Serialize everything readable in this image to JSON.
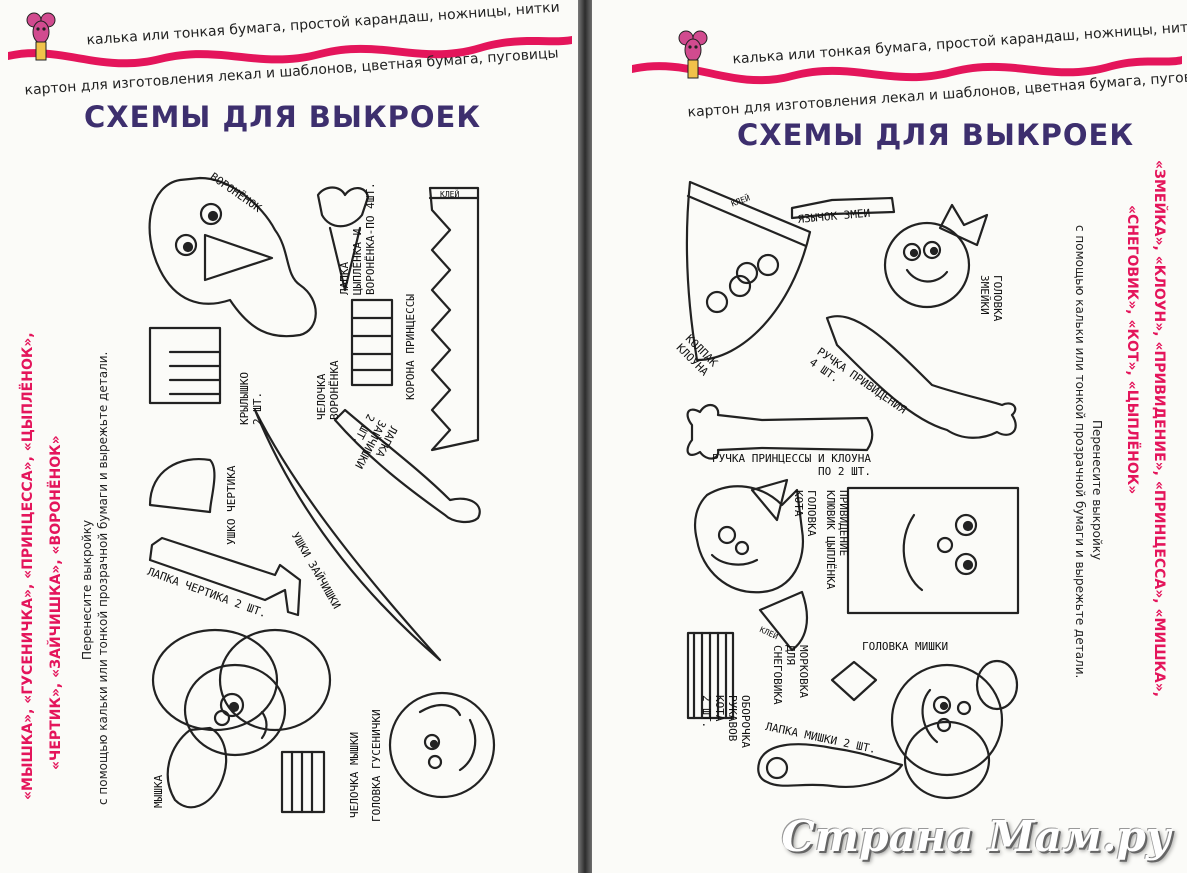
{
  "header_line1": "калька или тонкая бумага, простой карандаш, ножницы, нитки",
  "header_line2": "картон для изготовления лекал и шаблонов, цветная бумага, пуговицы",
  "page_title": "СХЕМЫ ДЛЯ ВЫКРОЕК",
  "colors": {
    "accent_red": "#e4155b",
    "title_purple": "#3d2f6e"
  },
  "left_page": {
    "toy_list_line1": "«МЫШКА», «ГУСЕНИЧКА», «ПРИНЦЕССА», «ЦЫПЛЁНОК»,",
    "toy_list_line2": "«ЧЕРТИК», «ЗАЙЧИШКА», «ВОРОНЁНОК»",
    "instruction_line1": "Перенесите выкройку",
    "instruction_line2": "с помощью кальки или тонкой прозрачной бумаги и вырежьте детали.",
    "labels": {
      "voronenok": "ВОРОНЁНОК",
      "lapka_tsyplenka": "ЛАПКА\nЦЫПЛЁНКА И\nВОРОНЁНКА-ПО 4ШТ.",
      "klei": "КЛЕЙ",
      "korona": "КОРОНА ПРИНЦЕССЫ",
      "chelochka_voronenka": "ЧЕЛОЧКА\nВОРОНЁНКА",
      "krylyshko": "КРЫЛЫШКО\n2 ШТ.",
      "lapka_zainishki": "ЛАПКА\nЗАЙЧИШКИ\n2 ШТ.",
      "ushko_chertika": "УШКО ЧЕРТИКА",
      "ushki_zainishki": "УШКИ ЗАЙЧИШКИ",
      "lapka_chertika": "ЛАПКА ЧЕРТИКА 2 ШТ.",
      "myshka": "МЫШКА",
      "chelochka_myshki": "ЧЕЛОЧКА МЫШКИ",
      "golovka_gusenichki": "ГОЛОВКА ГУСЕНИЧКИ"
    }
  },
  "right_page": {
    "toy_list_line1": "«ЗМЕЙКА», «КЛОУН», «ПРИВИДЕНИЕ», «ПРИНЦЕССА», «МИШКА»,",
    "toy_list_line2": "«СНЕГОВИК», «КОТ», «ЦЫПЛЁНОК»",
    "instruction_line1": "Перенесите выкройку",
    "instruction_line2": "с помощью кальки или тонкой прозрачной бумаги и вырежьте детали.",
    "labels": {
      "klei": "КЛЕЙ",
      "yazychok": "ЯЗЫЧОК ЗМЕИ",
      "golovka_zmeiki": "ГОЛОВКА\nЗМЕЙКИ",
      "kolpak": "КОЛПАК\nКЛОУНА",
      "ruchka_privideniya": "РУЧКА ПРИВИДЕНИЯ\n4 ШТ.",
      "ruchka_printsessy": "РУЧКА ПРИНЦЕССЫ И КЛОУНА\nПО 2 ШТ.",
      "golovka_kota": "ГОЛОВКА\nКОТА",
      "privideniye": "ПРИВИДЕНИЕ\nКЛЮВИК ЦЫПЛЁНКА",
      "morkovka": "МОРКОВКА\nДЛЯ\nСНЕГОВИКА",
      "golovka_mishki": "ГОЛОВКА МИШКИ",
      "oborochka": "ОБОРОЧКА\nРУКАВОВ\nКОТА\n2 ШТ.",
      "lapka_mishki": "ЛАПКА МИШКИ 2 ШТ."
    }
  },
  "watermark": "Страна Мам.ру"
}
